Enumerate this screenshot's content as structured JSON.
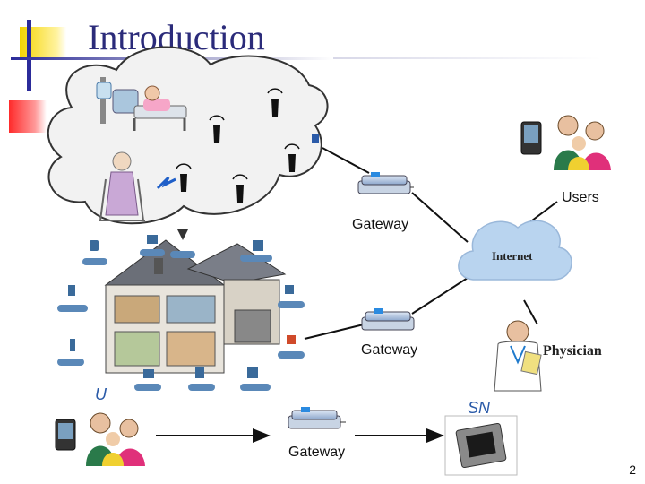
{
  "slide": {
    "title": "Introduction",
    "page_number": "2"
  },
  "labels": {
    "users": "Users",
    "gateway_top": "Gateway",
    "gateway_mid": "Gateway",
    "gateway_bottom": "Gateway",
    "internet": "Internet",
    "physician": "Physician",
    "u": "U",
    "sn": "SN"
  },
  "colors": {
    "title": "#2b2b7a",
    "accent_blue": "#2a5aa8",
    "cloud_gray": "#f0f0f0",
    "internet_blue": "#b9d4ef"
  },
  "icons": [
    "router-icon",
    "sensor-icon",
    "phone-icon",
    "family-icon",
    "doctor-icon",
    "house-icon",
    "patient-icon",
    "chip-icon"
  ]
}
